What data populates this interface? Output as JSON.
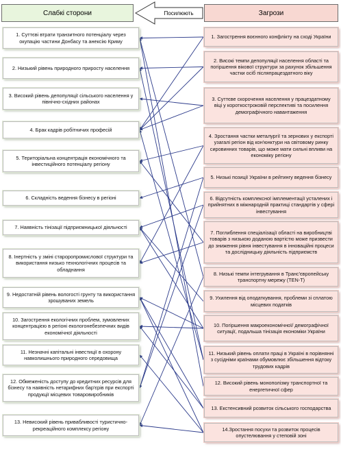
{
  "header": {
    "weaknesses_title": "Слабкі сторони",
    "threats_title": "Загрози",
    "arrow_label": "Посилюють"
  },
  "weaknesses": [
    "1. Суттєві втрати транзитного потенціалу через окупацію частини Донбасу та анексію Криму",
    "2. Низький рівень природного приросту населення",
    "3. Високий рівень депопуляції сільського населення у північно-східних районах",
    "4. Брак кадрів робітничих професій",
    "5. Територіальна концентрація економічного та інвестиційного потенціалу регіону",
    "6. Складність ведення бізнесу в регіоні",
    "7. Наявність тінізації підприємницької діяльності",
    "8. Інертність у зміні староропромислової структури та використання низько технологічних процесів та обладнання",
    "9. Недостатній рівень вологості грунту та використання зрошуваних земель",
    "10. Загострення екологічних проблем, зумовлених концентрацією в регіоні екологонебезпечних видів економічної діяльності",
    "11. Незначні капітальні інвестиції в охорону навколишнього природного середовища",
    "12. Обмеженість доступу до кредитних ресурсів для бізнесу та наявність нетарифних бар'єрів при експорті продукції місцевих товаровиробників",
    "13. Невисокий рівень привабливості туристично-рекреаційного комплексу регіону"
  ],
  "threats": [
    "1. Загострення воєнного конфлікту на сході України",
    "2. Високі темпи депопуляції населення області та погіршення вікової структури за рахунок збільшення частки осіб післяпрацездатного віку",
    "3. Суттєве скорочення населення у працездатному віці у короткостроковій перспективі та посилення демографічного навантаження",
    "4. Зростання частки металургії та зернових у експорті узагалі регіон від кон'юнктури на світовому ринку сировинних товарів, що може мати сильні впливи на економіку регіону",
    "5. Низькі позиції України в рейтингу ведення бізнесу",
    "6. Відсутність комплексної імплементації усталених і прийнятних в міжнародній практиці стандартів у сфері інвестування",
    "7. Поглиблення спеціалізації області на виробництві товарів з низькою доданою вартістю може призвести до зниження рівня інвестування в інноваційні процеси та дослідницьку діяльність підприємств",
    "8. Низькі темпи інтегрування в Транс'європейську транспортну мережу (TEN-T)",
    "9. Ухилення від оподаткування, проблеми зі сплатою місцевих податків",
    "10. Погіршення макроекономічної/ демографічної ситуації, подальша тінізація економіки України",
    "11. Низький рівень оплати праці в Україні в порівнянні з сусідніми країнами обумовлює збільшення відтоку трудових кадрів",
    "12. Високий рівень монополізму транспортної та енергетичної сфер",
    "13. Екстенсивний розвиток сільського господарства",
    "14.Зростання посухи та розвиток процесів опустелювання у степовій зоні"
  ],
  "colors": {
    "weakness_header_bg": "#e8f5dd",
    "threat_header_bg": "#f8d8d2",
    "threat_box_bg": "#fbe3df",
    "link_line": "#2b3a8a"
  }
}
